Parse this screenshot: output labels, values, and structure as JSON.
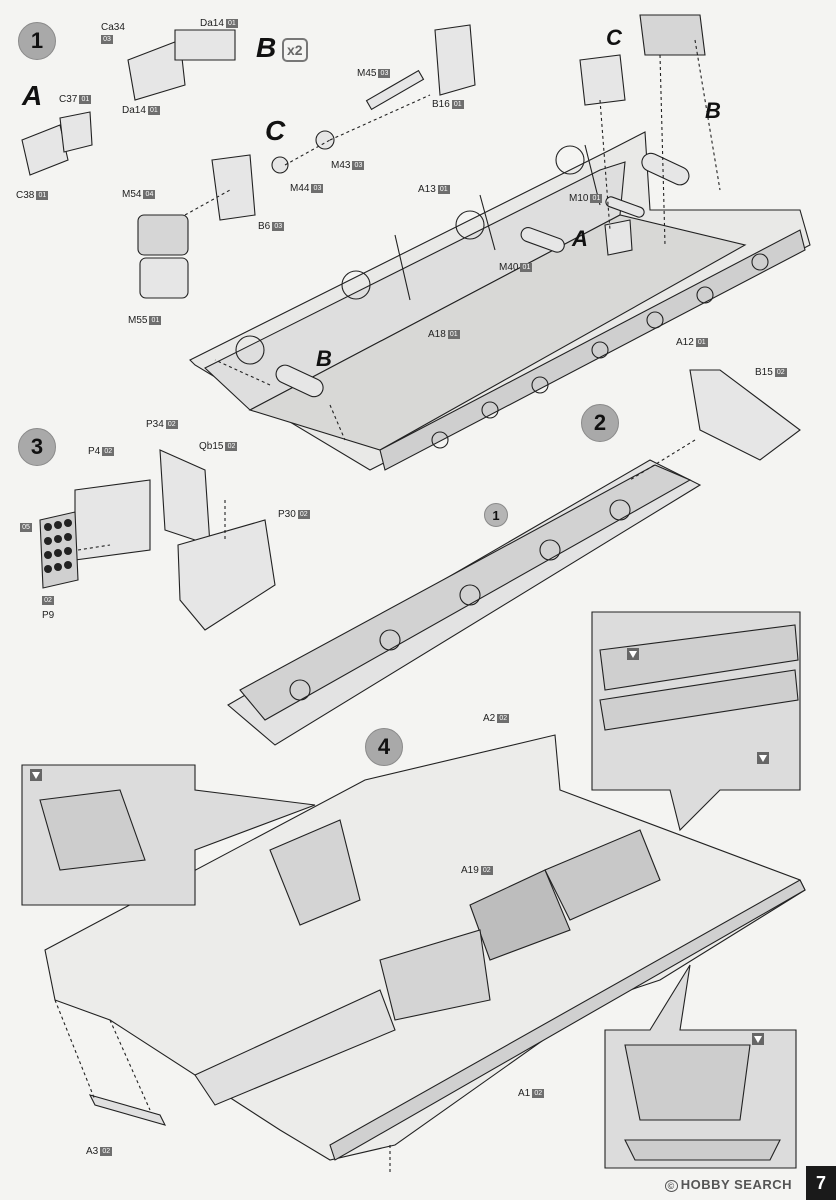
{
  "page": {
    "number": "7"
  },
  "watermark": {
    "text": "HOBBY SEARCH",
    "symbol": "©"
  },
  "steps": [
    "1",
    "2",
    "3",
    "4"
  ],
  "step_refs": {
    "sub_step_in_2": "1"
  },
  "sub_assemblies": {
    "a": "A",
    "b": "B",
    "c": "C",
    "b_multiplier": "x2"
  },
  "parts": {
    "ca34": {
      "name": "Ca34",
      "sprue": "03"
    },
    "da14_top": {
      "name": "Da14",
      "sprue": "01"
    },
    "da14_bottom": {
      "name": "Da14",
      "sprue": "01"
    },
    "c37": {
      "name": "C37",
      "sprue": "01"
    },
    "c38": {
      "name": "C38",
      "sprue": "01"
    },
    "m45": {
      "name": "M45",
      "sprue": "03"
    },
    "b16": {
      "name": "B16",
      "sprue": "01"
    },
    "m43": {
      "name": "M43",
      "sprue": "03"
    },
    "m44": {
      "name": "M44",
      "sprue": "03"
    },
    "m54": {
      "name": "M54",
      "sprue": "04"
    },
    "b6": {
      "name": "B6",
      "sprue": "03"
    },
    "m55": {
      "name": "M55",
      "sprue": "01"
    },
    "a13": {
      "name": "A13",
      "sprue": "01"
    },
    "m10": {
      "name": "M10",
      "sprue": "01"
    },
    "m40": {
      "name": "M40",
      "sprue": "01"
    },
    "a18": {
      "name": "A18",
      "sprue": "01"
    },
    "a12": {
      "name": "A12",
      "sprue": "01"
    },
    "b15": {
      "name": "B15",
      "sprue": "02"
    },
    "p34": {
      "name": "P34",
      "sprue": "02"
    },
    "p4": {
      "name": "P4",
      "sprue": "02"
    },
    "qb15": {
      "name": "Qb15",
      "sprue": "02"
    },
    "p30": {
      "name": "P30",
      "sprue": "02"
    },
    "p9": {
      "name": "P9",
      "sprue_top": "05",
      "sprue_bottom": "02"
    },
    "a2": {
      "name": "A2",
      "sprue": "02"
    },
    "a19": {
      "name": "A19",
      "sprue": "02"
    },
    "a1": {
      "name": "A1",
      "sprue": "02"
    },
    "a3": {
      "name": "A3",
      "sprue": "02"
    }
  },
  "colors": {
    "paper": "#f4f4f2",
    "line": "#222222",
    "step_circle": "#a9a9a9",
    "label_box": "#6e6e6e",
    "hull_fill": "#dcdcdc"
  },
  "icons": [
    "drill-hole-icon",
    "drill-hole-icon",
    "drill-hole-icon",
    "drill-hole-icon"
  ]
}
